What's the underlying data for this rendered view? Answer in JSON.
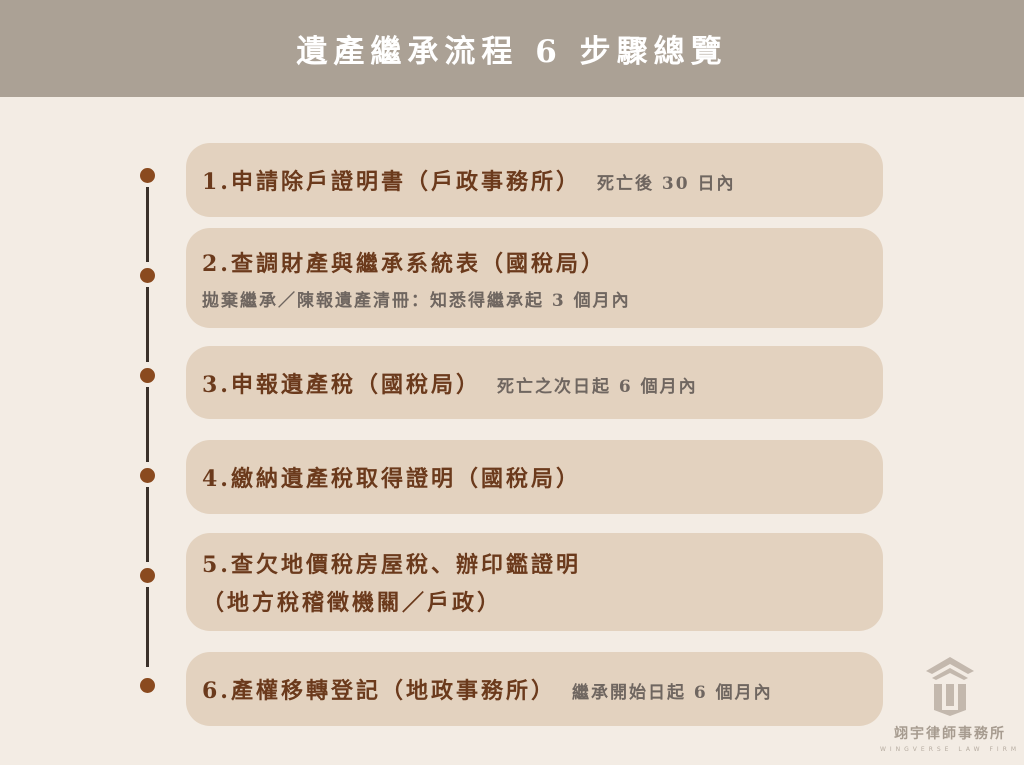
{
  "header": {
    "title": "遺產繼承流程 6 步驟總覽"
  },
  "steps": [
    {
      "title": "1.申請除戶證明書（戶政事務所）",
      "note": "死亡後 30 日內"
    },
    {
      "title": "2.查調財產與繼承系統表（國稅局）",
      "note": "拋棄繼承／陳報遺產清冊：知悉得繼承起 3 個月內"
    },
    {
      "title": "3.申報遺產稅（國稅局）",
      "note": "死亡之次日起 6 個月內"
    },
    {
      "title": "4.繳納遺產稅取得證明（國稅局）"
    },
    {
      "title": "5.查欠地價稅房屋稅、辦印鑑證明",
      "title2": "（地方稅稽徵機關／戶政）"
    },
    {
      "title": "6.產權移轉登記（地政事務所）",
      "note": "繼承開始日起 6 個月內"
    }
  ],
  "logo": {
    "name": "翊宇律師事務所",
    "sub": "WINGVERSE LAW FIRM"
  }
}
